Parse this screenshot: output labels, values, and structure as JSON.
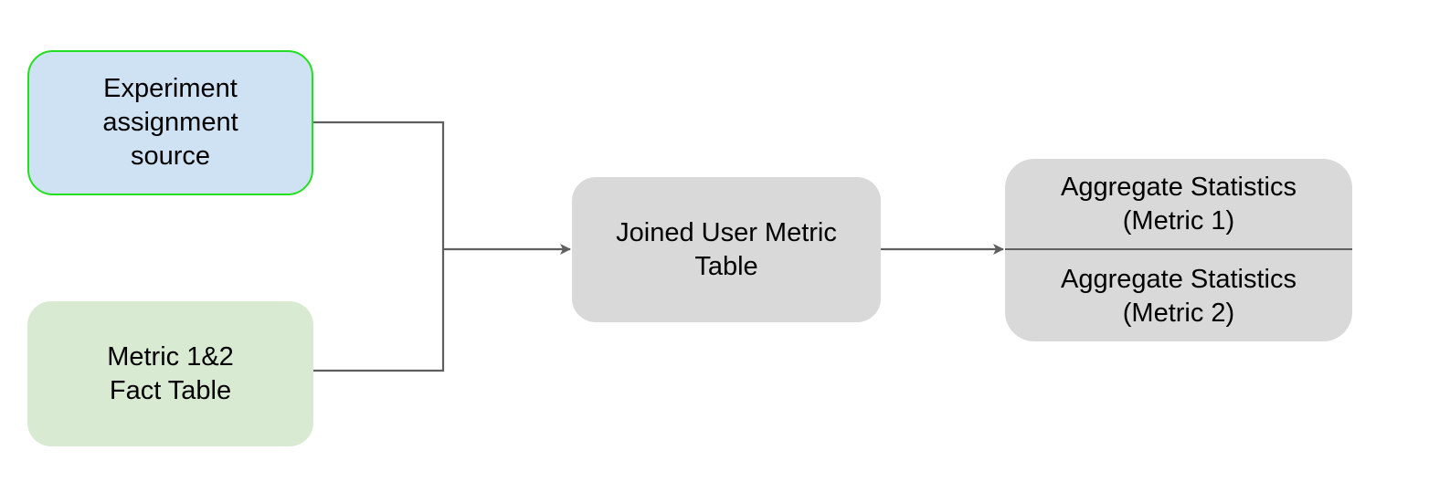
{
  "nodes": {
    "assignment": {
      "label": "Experiment\nassignment\nsource",
      "fill": "#cfe2f3",
      "border": "#22e01f"
    },
    "fact": {
      "label": "Metric 1&2\nFact Table",
      "fill": "#d9ead3"
    },
    "joined": {
      "label": "Joined User Metric\nTable",
      "fill": "#d9d9d9"
    },
    "aggregate": {
      "fill": "#d9d9d9",
      "top_label": "Aggregate Statistics\n(Metric 1)",
      "bottom_label": "Aggregate Statistics\n(Metric 2)"
    }
  },
  "connector_color": "#5f5f5f"
}
